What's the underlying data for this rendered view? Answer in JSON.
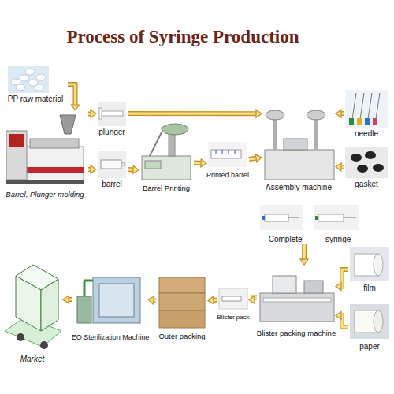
{
  "diagram": {
    "title": "Process of Syringe Production",
    "nodes": [
      {
        "text": [
          "PP raw material"
        ]
      },
      {
        "text": [
          "plunger"
        ]
      },
      {
        "text": [
          "barrel"
        ]
      },
      {
        "text": [
          "Barrel, Plunger molding"
        ]
      },
      {
        "text": [
          "Barrel Printing"
        ]
      },
      {
        "text": [
          "Printed barrel"
        ]
      },
      {
        "text": [
          "Assembly machine"
        ]
      },
      {
        "text": [
          "needle"
        ]
      },
      {
        "text": [
          "gasket"
        ]
      },
      {
        "text": [
          "Complete",
          "syringe"
        ]
      },
      {
        "text": [
          "film"
        ]
      },
      {
        "text": [
          "paper"
        ]
      },
      {
        "text": [
          "Blister packing machine"
        ]
      },
      {
        "text": [
          "Blister pack"
        ]
      },
      {
        "text": [
          "Outer packing"
        ]
      },
      {
        "text": [
          "EO Sterilization Machine"
        ]
      },
      {
        "text": [
          "Market"
        ]
      }
    ],
    "edges": [
      {
        "from": 0,
        "to": 3,
        "arrow": "to"
      },
      {
        "from": 3,
        "to": 1,
        "arrow": "to"
      },
      {
        "from": 3,
        "to": 2,
        "arrow": "to"
      },
      {
        "from": 1,
        "to": 6,
        "arrow": "to"
      },
      {
        "from": 2,
        "to": 4,
        "arrow": "to"
      },
      {
        "from": 4,
        "to": 5,
        "arrow": "to"
      },
      {
        "from": 5,
        "to": 6,
        "arrow": "to"
      },
      {
        "from": 7,
        "to": 6,
        "arrow": "to"
      },
      {
        "from": 8,
        "to": 6,
        "arrow": "to"
      },
      {
        "from": 9,
        "to": 12,
        "arrow": "to"
      },
      {
        "from": 10,
        "to": 12,
        "arrow": "to"
      },
      {
        "from": 11,
        "to": 12,
        "arrow": "to"
      },
      {
        "from": 12,
        "to": 13,
        "arrow": "to"
      },
      {
        "from": 13,
        "to": 14,
        "arrow": "to"
      },
      {
        "from": 14,
        "to": 15,
        "arrow": "to"
      },
      {
        "from": 15,
        "to": 16,
        "arrow": "to"
      }
    ]
  }
}
